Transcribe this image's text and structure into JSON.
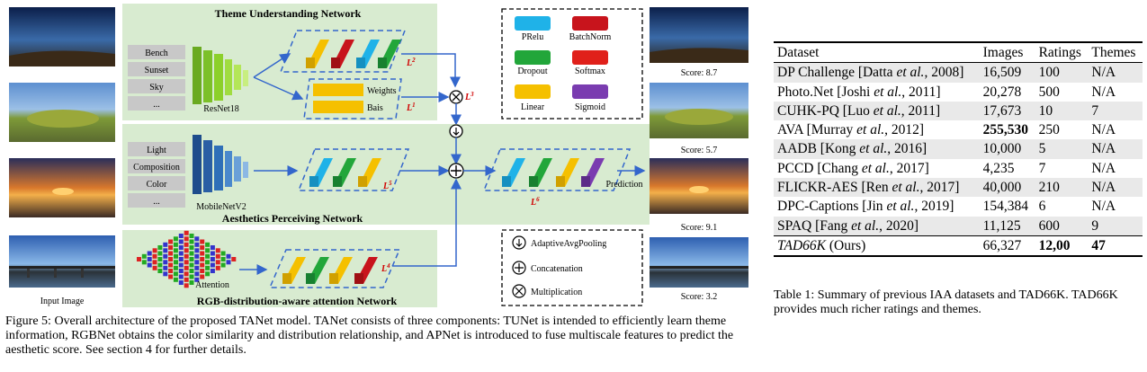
{
  "figure": {
    "theme_network_title": "Theme Understanding Network",
    "theme_labels": [
      "Bench",
      "Sunset",
      "Sky",
      "..."
    ],
    "resnet_label": "ResNet18",
    "weights_label": "Weights",
    "bais_label": "Bais",
    "aesthetics_network_title": "Aesthetics Perceiving Network",
    "aesthetic_labels": [
      "Light",
      "Composition",
      "Color",
      "..."
    ],
    "mobilenet_label": "MobileNetV2",
    "rgb_network_title": "RGB-distribution-aware attention Network",
    "attention_label": "Attention",
    "prediction_label": "Prediction",
    "input_image_label": "Input Image",
    "scores": [
      "Score: 8.7",
      "Score: 5.7",
      "Score: 9.1",
      "Score: 3.2"
    ],
    "loss_labels": {
      "l1": "L",
      "l2": "L",
      "l3": "L",
      "l4": "L",
      "l5": "L",
      "l6": "L"
    },
    "loss_superscripts": {
      "l1": "1",
      "l2": "2",
      "l3": "3",
      "l4": "4",
      "l5": "5",
      "l6": "6"
    },
    "legend_layers": [
      "PRelu",
      "BatchNorm",
      "Dropout",
      "Softmax",
      "Linear",
      "Sigmoid"
    ],
    "legend_ops": [
      "AdaptiveAvgPooling",
      "Concatenation",
      "Multiplication"
    ],
    "colors": {
      "prelu": "#1fb2e8",
      "batchnorm": "#c8141c",
      "dropout": "#22a63a",
      "softmax": "#e0201a",
      "linear": "#f5c000",
      "sigmoid": "#7a3cb0",
      "resnet": "#8cd02a",
      "mobilenet": "#2f6fb8",
      "green_panel": "#d8ebd0",
      "arrow": "#3366cc",
      "loss": "#d00000"
    }
  },
  "figure_caption": "Figure 5: Overall architecture of the proposed TANet model. TANet consists of three components: TUNet is intended to efficiently learn theme information, RGBNet obtains the color similarity and distribution relationship, and APNet is introduced to fuse multiscale features to predict the aesthetic score. See section 4 for further details.",
  "table": {
    "headers": [
      "Dataset",
      "Images",
      "Ratings",
      "Themes"
    ],
    "rows": [
      {
        "dataset_pre": "DP Challenge [Datta ",
        "etal": "et al.",
        "dataset_post": ", 2008]",
        "images": "16,509",
        "ratings": "100",
        "themes": "N/A"
      },
      {
        "dataset_pre": "Photo.Net [Joshi ",
        "etal": "et al.",
        "dataset_post": ", 2011]",
        "images": "20,278",
        "ratings": "500",
        "themes": "N/A"
      },
      {
        "dataset_pre": "CUHK-PQ [Luo ",
        "etal": "et al.",
        "dataset_post": ", 2011]",
        "images": "17,673",
        "ratings": "10",
        "themes": "7"
      },
      {
        "dataset_pre": "AVA [Murray ",
        "etal": "et al.",
        "dataset_post": ", 2012]",
        "images": "255,530",
        "ratings": "250",
        "themes": "N/A"
      },
      {
        "dataset_pre": "AADB [Kong ",
        "etal": "et al.",
        "dataset_post": ", 2016]",
        "images": "10,000",
        "ratings": "5",
        "themes": "N/A"
      },
      {
        "dataset_pre": "PCCD [Chang ",
        "etal": "et al.",
        "dataset_post": ", 2017]",
        "images": "4,235",
        "ratings": "7",
        "themes": "N/A"
      },
      {
        "dataset_pre": "FLICKR-AES [Ren ",
        "etal": "et al.",
        "dataset_post": ", 2017]",
        "images": "40,000",
        "ratings": "210",
        "themes": "N/A"
      },
      {
        "dataset_pre": "DPC-Captions [Jin ",
        "etal": "et al.",
        "dataset_post": ", 2019]",
        "images": "154,384",
        "ratings": "6",
        "themes": "N/A"
      },
      {
        "dataset_pre": "SPAQ [Fang ",
        "etal": "et al.",
        "dataset_post": ", 2020]",
        "images": "11,125",
        "ratings": "600",
        "themes": "9"
      }
    ],
    "ours": {
      "name": "TAD66K",
      "suffix": " (Ours)",
      "images": "66,327",
      "ratings": "12,00",
      "themes": "47"
    }
  },
  "table_caption": "Table 1: Summary of previous IAA datasets and TAD66K. TAD66K provides much richer ratings and themes."
}
